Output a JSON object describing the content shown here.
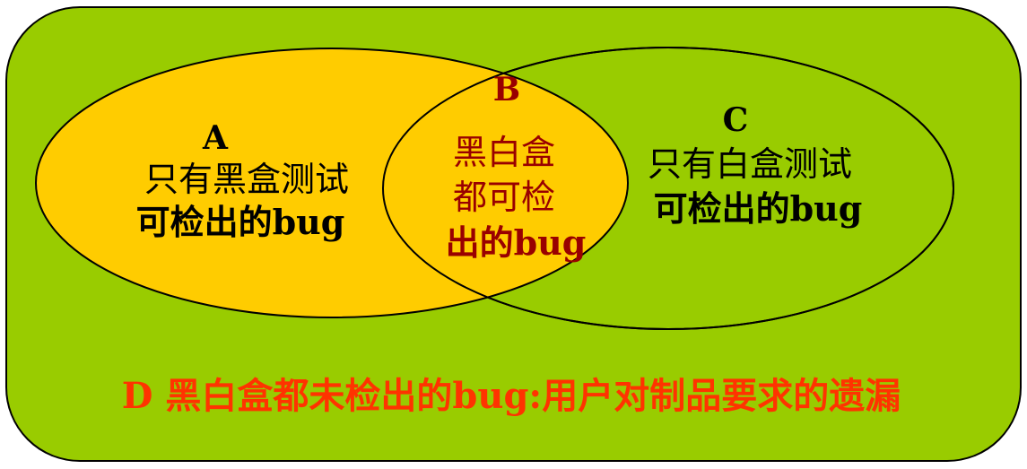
{
  "colors": {
    "background_box": "#99CC00",
    "ellipse_a": "#FFCC00",
    "outline": "#000000",
    "text_black": "#000000",
    "text_b": "#990000",
    "text_d": "#FF3300"
  },
  "regions": {
    "a": {
      "letter": "A",
      "line1": "只有黑盒测试",
      "line2": "可检出的bug"
    },
    "b": {
      "letter": "B",
      "line1": "黑白盒",
      "line2": "都可检",
      "line3": "出的bug"
    },
    "c": {
      "letter": "C",
      "line1": "只有白盒测试",
      "line2": "可检出的bug"
    },
    "d": {
      "text": "D 黑白盒都未检出的bug:用户对制品要求的遗漏"
    }
  }
}
